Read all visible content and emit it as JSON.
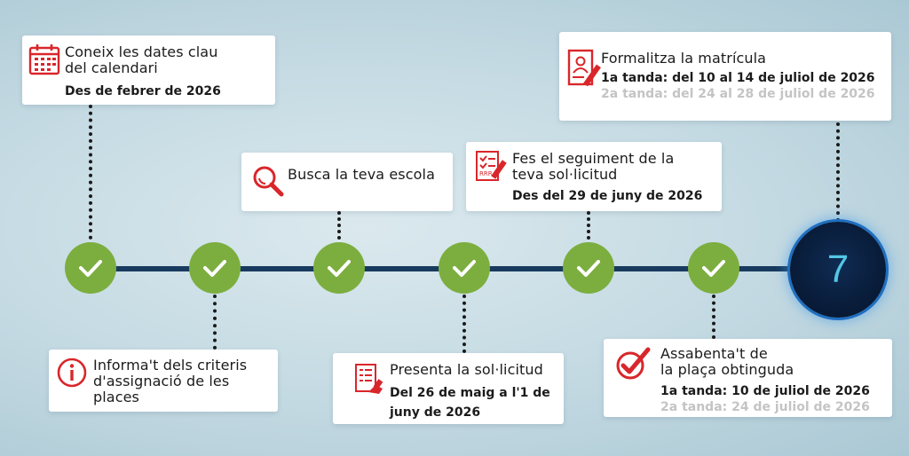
{
  "steps": [
    {
      "title": "Coneix les dates clau del calendari",
      "title_l1": "Coneix les dates clau",
      "title_l2": "del calendari",
      "detail": "Des de febrer de 2026"
    },
    {
      "title_l1": "Informa't dels criteris",
      "title_l2": "d'assignació de les",
      "title_l3": "places"
    },
    {
      "title": "Busca la teva escola"
    },
    {
      "title": "Presenta la sol·licitud",
      "detail_l1": "Del 26 de maig a l'1 de",
      "detail_l2": "juny de 2026"
    },
    {
      "title_l1": "Fes el seguiment de la",
      "title_l2": "teva sol·licitud",
      "detail": "Des del 29 de juny de 2026"
    },
    {
      "title_l1": "Assabenta't de",
      "title_l2": "la plaça obtinguda",
      "detail1": "1a tanda: 10 de juliol de 2026",
      "detail2": "2a tanda: 24 de juliol de 2026"
    },
    {
      "title": "Formalitza la matrícula",
      "detail1": "1a tanda: del 10 al 14 de juliol de 2026",
      "detail2": "2a tanda: del 24 al 28 de juliol de 2026"
    }
  ],
  "final_number": "7",
  "colors": {
    "node_green": "#7cae3f",
    "line_navy": "#183a5e",
    "icon_red": "#d9262b",
    "final_bg": "#0b2247",
    "final_digit": "#52c6e6",
    "muted_text": "#c4c4c4"
  },
  "icons": [
    "calendar-icon",
    "info-icon",
    "search-icon",
    "form-icon",
    "checklist-icon",
    "checkmark-icon",
    "document-pen-icon"
  ]
}
